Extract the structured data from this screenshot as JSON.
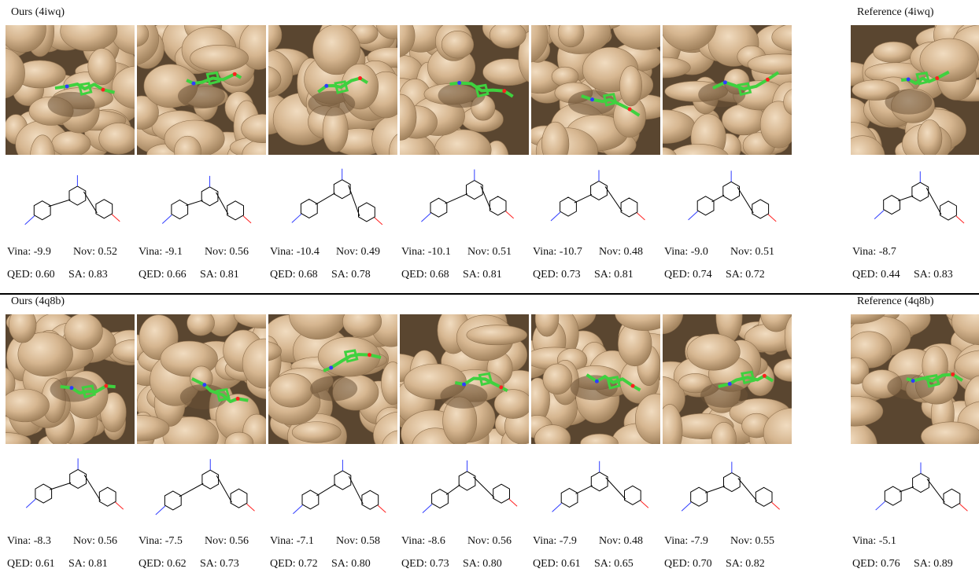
{
  "colors": {
    "surface": "#d6b690",
    "surface_dark": "#a3845f",
    "ligand": "#3fd13f",
    "nitrogen": "#2f3cff",
    "oxygen": "#ff2020",
    "fluorine": "#44cc77"
  },
  "rows": [
    {
      "title": "Ours (4iwq)",
      "ref_title": "Reference (4iwq)",
      "samples": [
        {
          "vina": "Vina: -9.9",
          "nov": "Nov: 0.52",
          "qed": "QED: 0.60",
          "sa": "SA: 0.83"
        },
        {
          "vina": "Vina: -9.1",
          "nov": "Nov: 0.56",
          "qed": "QED: 0.66",
          "sa": "SA: 0.81"
        },
        {
          "vina": "Vina: -10.4",
          "nov": "Nov: 0.49",
          "qed": "QED: 0.68",
          "sa": "SA: 0.78"
        },
        {
          "vina": "Vina: -10.1",
          "nov": "Nov: 0.51",
          "qed": "QED: 0.68",
          "sa": "SA: 0.81"
        },
        {
          "vina": "Vina: -10.7",
          "nov": "Nov: 0.48",
          "qed": "QED: 0.73",
          "sa": "SA: 0.81"
        },
        {
          "vina": "Vina: -9.0",
          "nov": "Nov: 0.51",
          "qed": "QED: 0.74",
          "sa": "SA: 0.72"
        }
      ],
      "reference": {
        "vina": "Vina: -8.7",
        "nov": "",
        "qed": "QED: 0.44",
        "sa": "SA: 0.83"
      }
    },
    {
      "title": "Ours (4q8b)",
      "ref_title": "Reference (4q8b)",
      "samples": [
        {
          "vina": "Vina: -8.3",
          "nov": "Nov: 0.56",
          "qed": "QED: 0.61",
          "sa": "SA: 0.81"
        },
        {
          "vina": "Vina: -7.5",
          "nov": "Nov: 0.56",
          "qed": "QED: 0.62",
          "sa": "SA: 0.73"
        },
        {
          "vina": "Vina: -7.1",
          "nov": "Nov: 0.58",
          "qed": "QED: 0.72",
          "sa": "SA: 0.80"
        },
        {
          "vina": "Vina: -8.6",
          "nov": "Nov: 0.56",
          "qed": "QED: 0.73",
          "sa": "SA: 0.80"
        },
        {
          "vina": "Vina: -7.9",
          "nov": "Nov: 0.48",
          "qed": "QED: 0.61",
          "sa": "SA: 0.65"
        },
        {
          "vina": "Vina: -7.9",
          "nov": "Nov: 0.55",
          "qed": "QED: 0.70",
          "sa": "SA: 0.82"
        }
      ],
      "reference": {
        "vina": "Vina: -5.1",
        "nov": "",
        "qed": "QED: 0.76",
        "sa": "SA: 0.89"
      }
    }
  ]
}
